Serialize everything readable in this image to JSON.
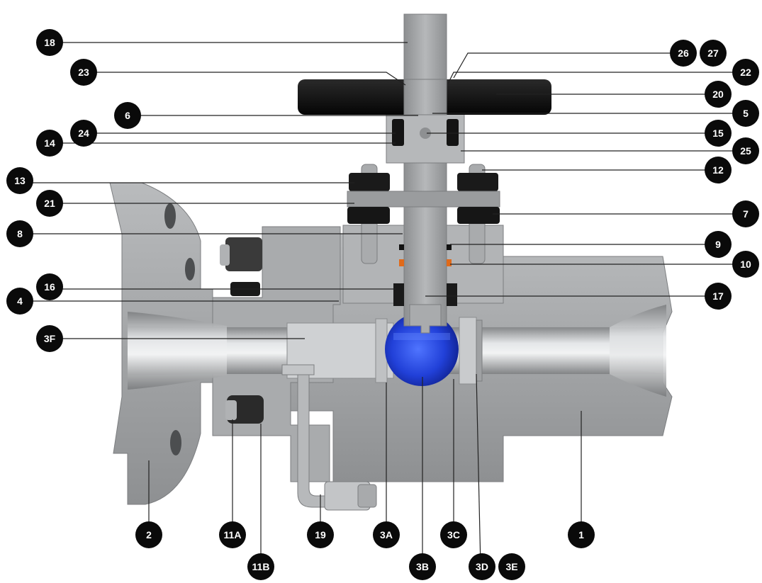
{
  "title": "",
  "callouts": [
    {
      "id": "c18",
      "label": "18"
    },
    {
      "id": "c23",
      "label": "23"
    },
    {
      "id": "c26",
      "label": "26"
    },
    {
      "id": "c27",
      "label": "27"
    },
    {
      "id": "c22",
      "label": "22"
    },
    {
      "id": "c20",
      "label": "20"
    },
    {
      "id": "c6",
      "label": "6"
    },
    {
      "id": "c5",
      "label": "5"
    },
    {
      "id": "c24",
      "label": "24"
    },
    {
      "id": "c15",
      "label": "15"
    },
    {
      "id": "c14",
      "label": "14"
    },
    {
      "id": "c25",
      "label": "25"
    },
    {
      "id": "c13",
      "label": "13"
    },
    {
      "id": "c12",
      "label": "12"
    },
    {
      "id": "c21",
      "label": "21"
    },
    {
      "id": "c7",
      "label": "7"
    },
    {
      "id": "c8",
      "label": "8"
    },
    {
      "id": "c9",
      "label": "9"
    },
    {
      "id": "c10",
      "label": "10"
    },
    {
      "id": "c16",
      "label": "16"
    },
    {
      "id": "c4",
      "label": "4"
    },
    {
      "id": "c17",
      "label": "17"
    },
    {
      "id": "c3F",
      "label": "3F"
    },
    {
      "id": "c2",
      "label": "2"
    },
    {
      "id": "c11A",
      "label": "11A"
    },
    {
      "id": "c19",
      "label": "19"
    },
    {
      "id": "c3A",
      "label": "3A"
    },
    {
      "id": "c3C",
      "label": "3C"
    },
    {
      "id": "c1",
      "label": "1"
    },
    {
      "id": "c11B",
      "label": "11B"
    },
    {
      "id": "c3B",
      "label": "3B"
    },
    {
      "id": "c3D",
      "label": "3D"
    },
    {
      "id": "c3E",
      "label": "3E"
    }
  ],
  "colors": {
    "badge": "#0a0a0a",
    "badge_text": "#ffffff",
    "leader": "#222222",
    "steel_light": "#c4c6c8",
    "steel_mid": "#9a9c9e",
    "steel_dark": "#6f7173",
    "bore": "#d8dadc",
    "ball": "#1f3fd6",
    "handle": "#111111",
    "orange_seal": "#e06a1a"
  }
}
